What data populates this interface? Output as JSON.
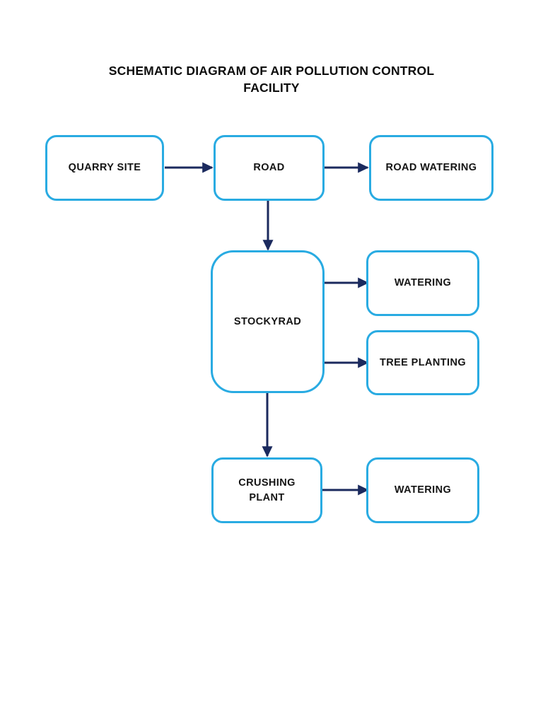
{
  "title": "SCHEMATIC DIAGRAM OF AIR POLLUTION CONTROL\nFACILITY",
  "colors": {
    "box_border": "#29abe2",
    "arrow": "#1b2a5e",
    "text": "#141414",
    "background": "#ffffff"
  },
  "nodes": {
    "quarry_site": "QUARRY SITE",
    "road": "ROAD",
    "road_watering": "ROAD WATERING",
    "stockyard": "STOCKYRAD",
    "watering_stockyard": "WATERING",
    "tree_planting": "TREE PLANTING",
    "crushing_plant": "CRUSHING\nPLANT",
    "watering_crushing": "WATERING"
  },
  "flow": [
    {
      "from": "QUARRY SITE",
      "to": "ROAD",
      "direction": "right"
    },
    {
      "from": "ROAD",
      "to": "ROAD WATERING",
      "direction": "right"
    },
    {
      "from": "ROAD",
      "to": "STOCKYRAD",
      "direction": "down"
    },
    {
      "from": "STOCKYRAD",
      "to": "WATERING",
      "direction": "right"
    },
    {
      "from": "STOCKYRAD",
      "to": "TREE PLANTING",
      "direction": "right"
    },
    {
      "from": "STOCKYRAD",
      "to": "CRUSHING PLANT",
      "direction": "down"
    },
    {
      "from": "CRUSHING PLANT",
      "to": "WATERING",
      "direction": "right"
    }
  ]
}
